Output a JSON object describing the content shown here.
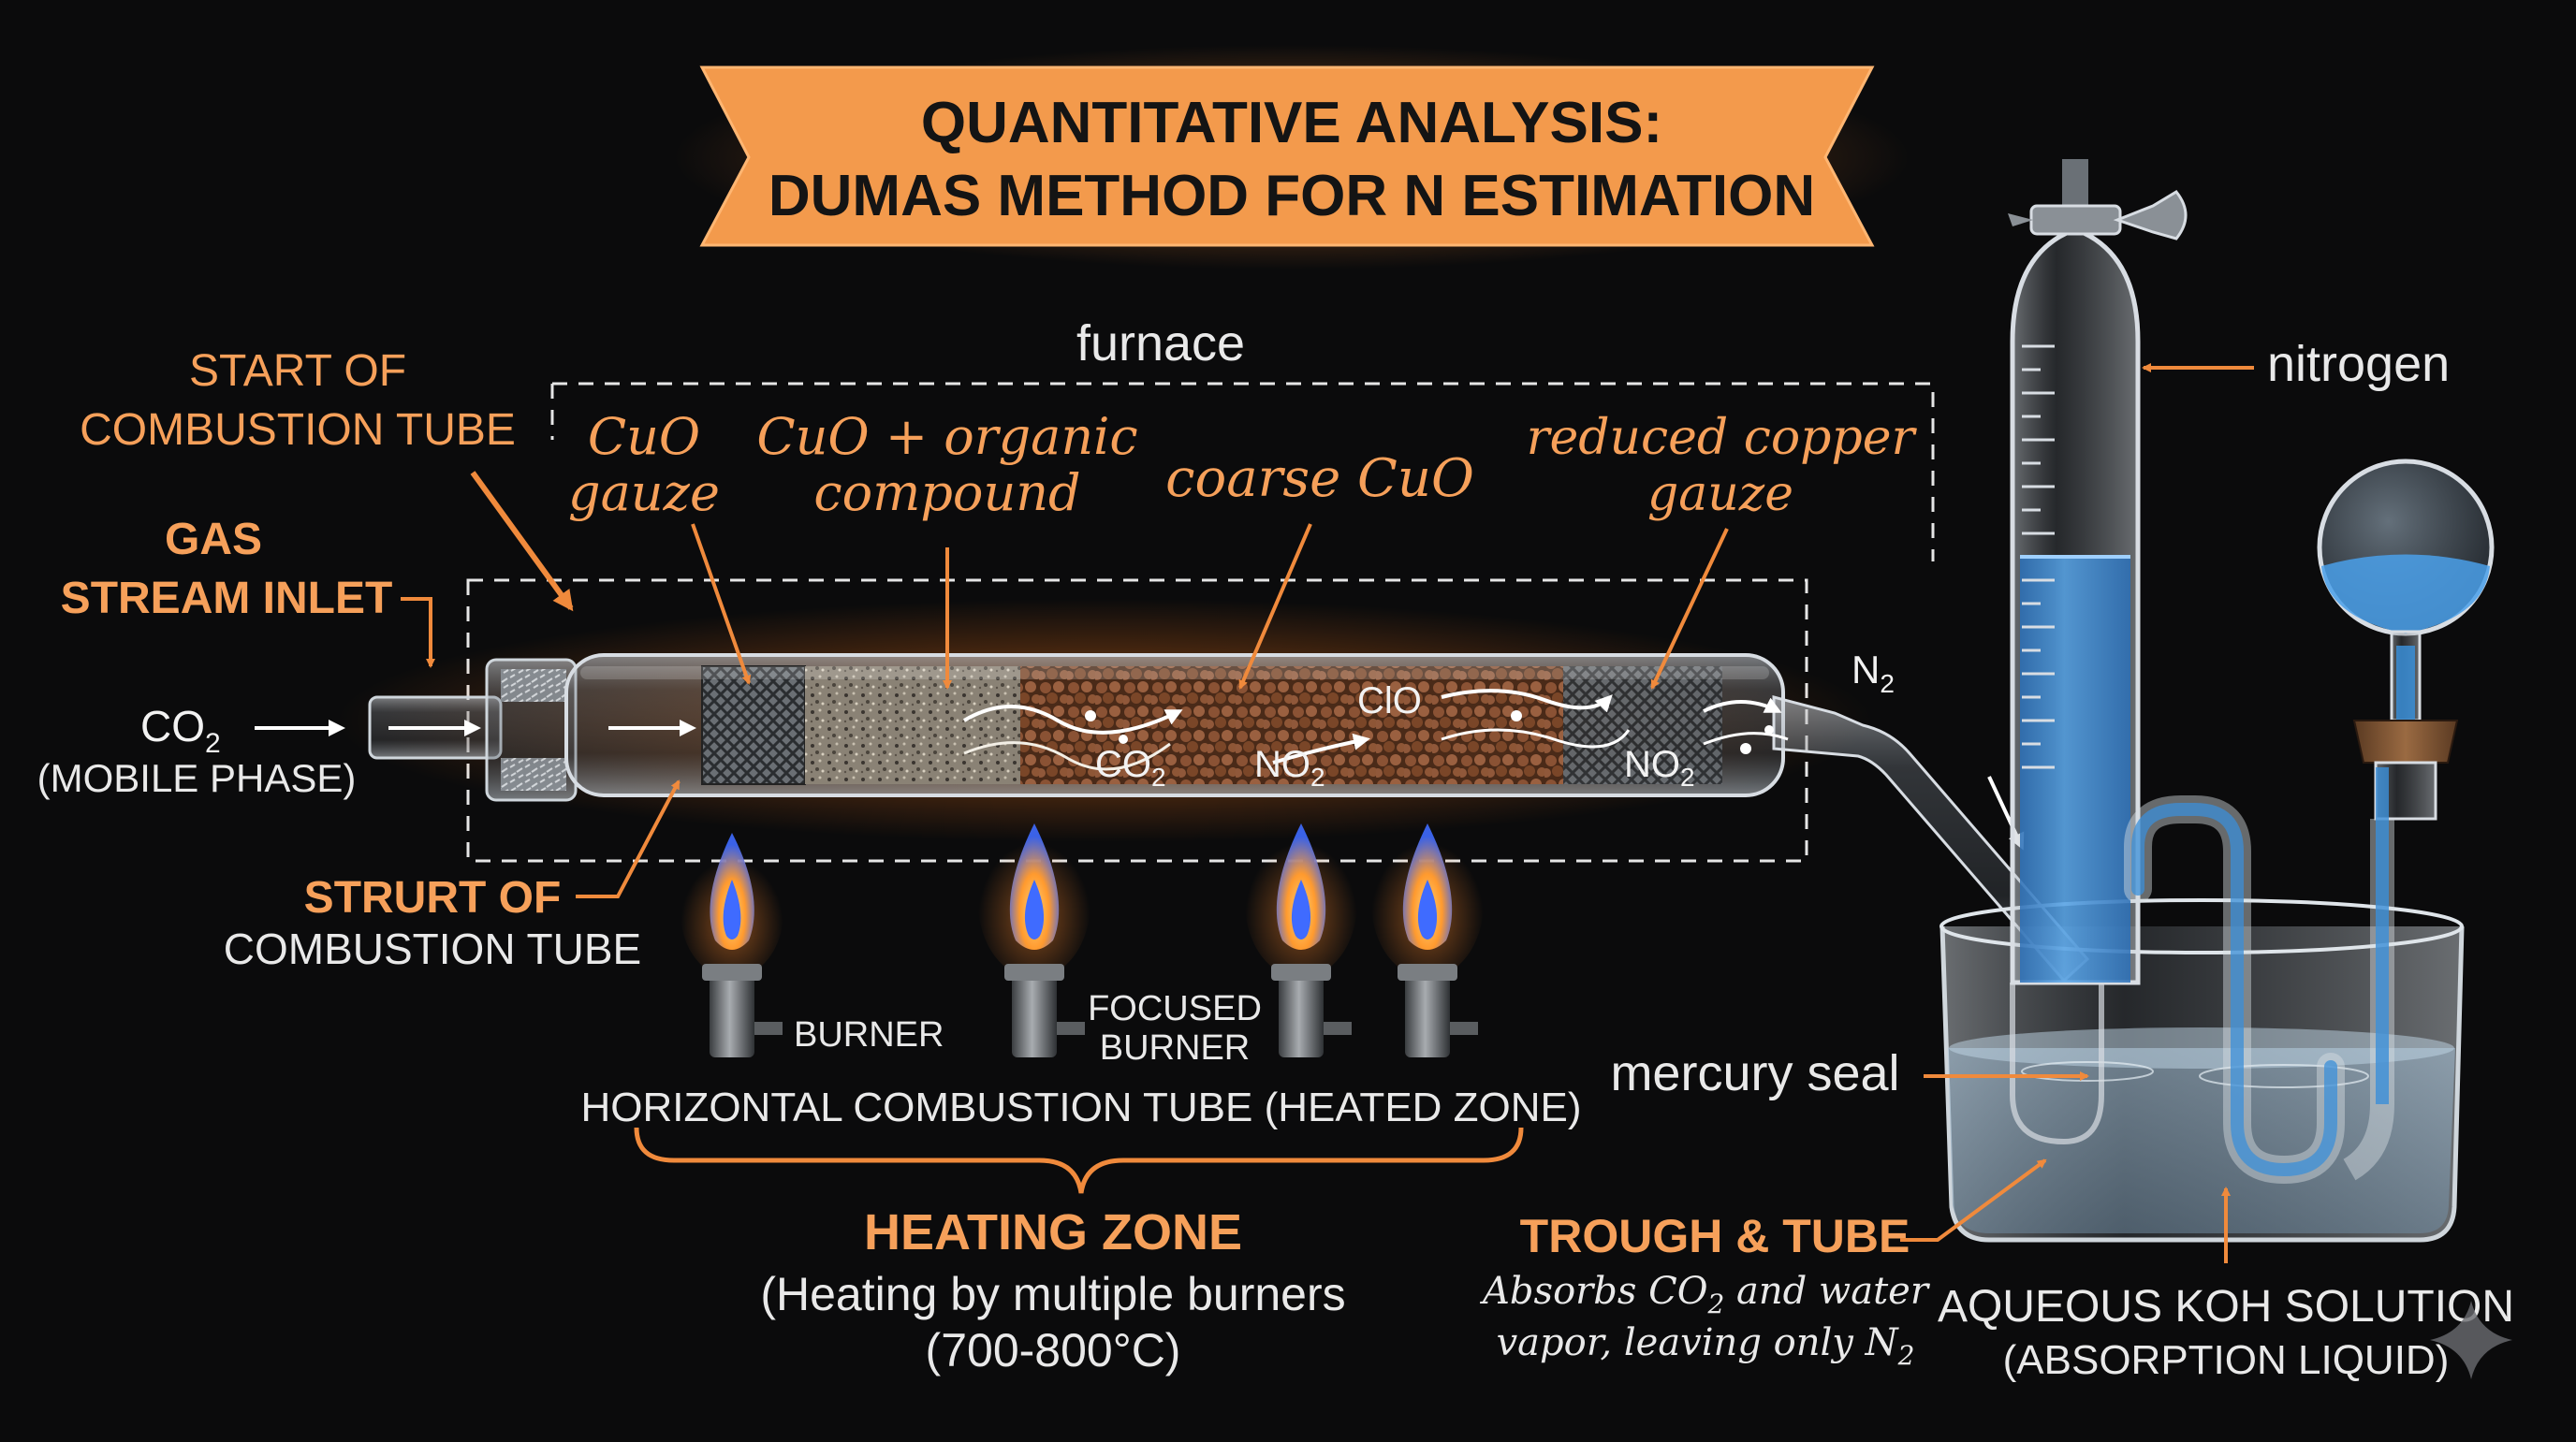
{
  "title": {
    "line1": "QUANTITATIVE ANALYSIS:",
    "line2": "DUMAS METHOD FOR N ESTIMATION"
  },
  "labels": {
    "furnace": "furnace",
    "start_line1": "START OF",
    "start_line2": "COMBUSTION TUBE",
    "gas_line1": "GAS",
    "gas_line2": "STREAM INLET",
    "co2_inlet": "CO",
    "co2_sub": "2",
    "mobile_phase": "(MOBILE PHASE)",
    "strurt_line1": "STRURT OF",
    "strurt_line2": "COMBUSTION TUBE",
    "cuo_gauze_line1": "CuO",
    "cuo_gauze_line2": "gauze",
    "cuo_organic_line1": "CuO + organic",
    "cuo_organic_line2": "compound",
    "coarse_cuo": "coarse CuO",
    "reduced_line1": "reduced copper",
    "reduced_line2": "gauze",
    "n2_top": "N",
    "n2_top_sub": "2",
    "clo": "ClO",
    "tube_co2": "CO",
    "tube_co2_sub": "2",
    "tube_no2_a": "NO",
    "tube_no2_a_sub": "2",
    "tube_no2_b": "NO",
    "tube_no2_b_sub": "2",
    "nitrogen": "nitrogen",
    "burner": "BURNER",
    "focused_line1": "FOCUSED",
    "focused_line2": "BURNER",
    "horizontal_tube": "HORIZONTAL COMBUSTION TUBE (HEATED ZONE)",
    "heating_zone": "HEATING ZONE",
    "heating_desc1": "(Heating by multiple burners",
    "heating_desc2": "(700-800°C)",
    "mercury_seal": "mercury seal",
    "trough_tube": "TROUGH & TUBE",
    "absorbs_line1": "Absorbs CO",
    "absorbs_line1_sub": "2",
    "absorbs_line1_end": " and water",
    "absorbs_line2": "vapor, leaving only N",
    "absorbs_line2_sub": "2",
    "koh_line1": "AQUEOUS KOH SOLUTION",
    "koh_line2": "(ABSORPTION LIQUID)"
  },
  "colors": {
    "background": "#0b0b0c",
    "accent_orange": "#f08a3c",
    "banner_fill": "#f39a4c",
    "label_orange": "#f6a05a",
    "text_light": "#e9e9e9",
    "liquid_blue": "#3b8fd8",
    "flame_blue": "#3f6bff",
    "flame_orange": "#ff9a2e"
  },
  "icons": {
    "sparkle": "sparkle-icon"
  }
}
